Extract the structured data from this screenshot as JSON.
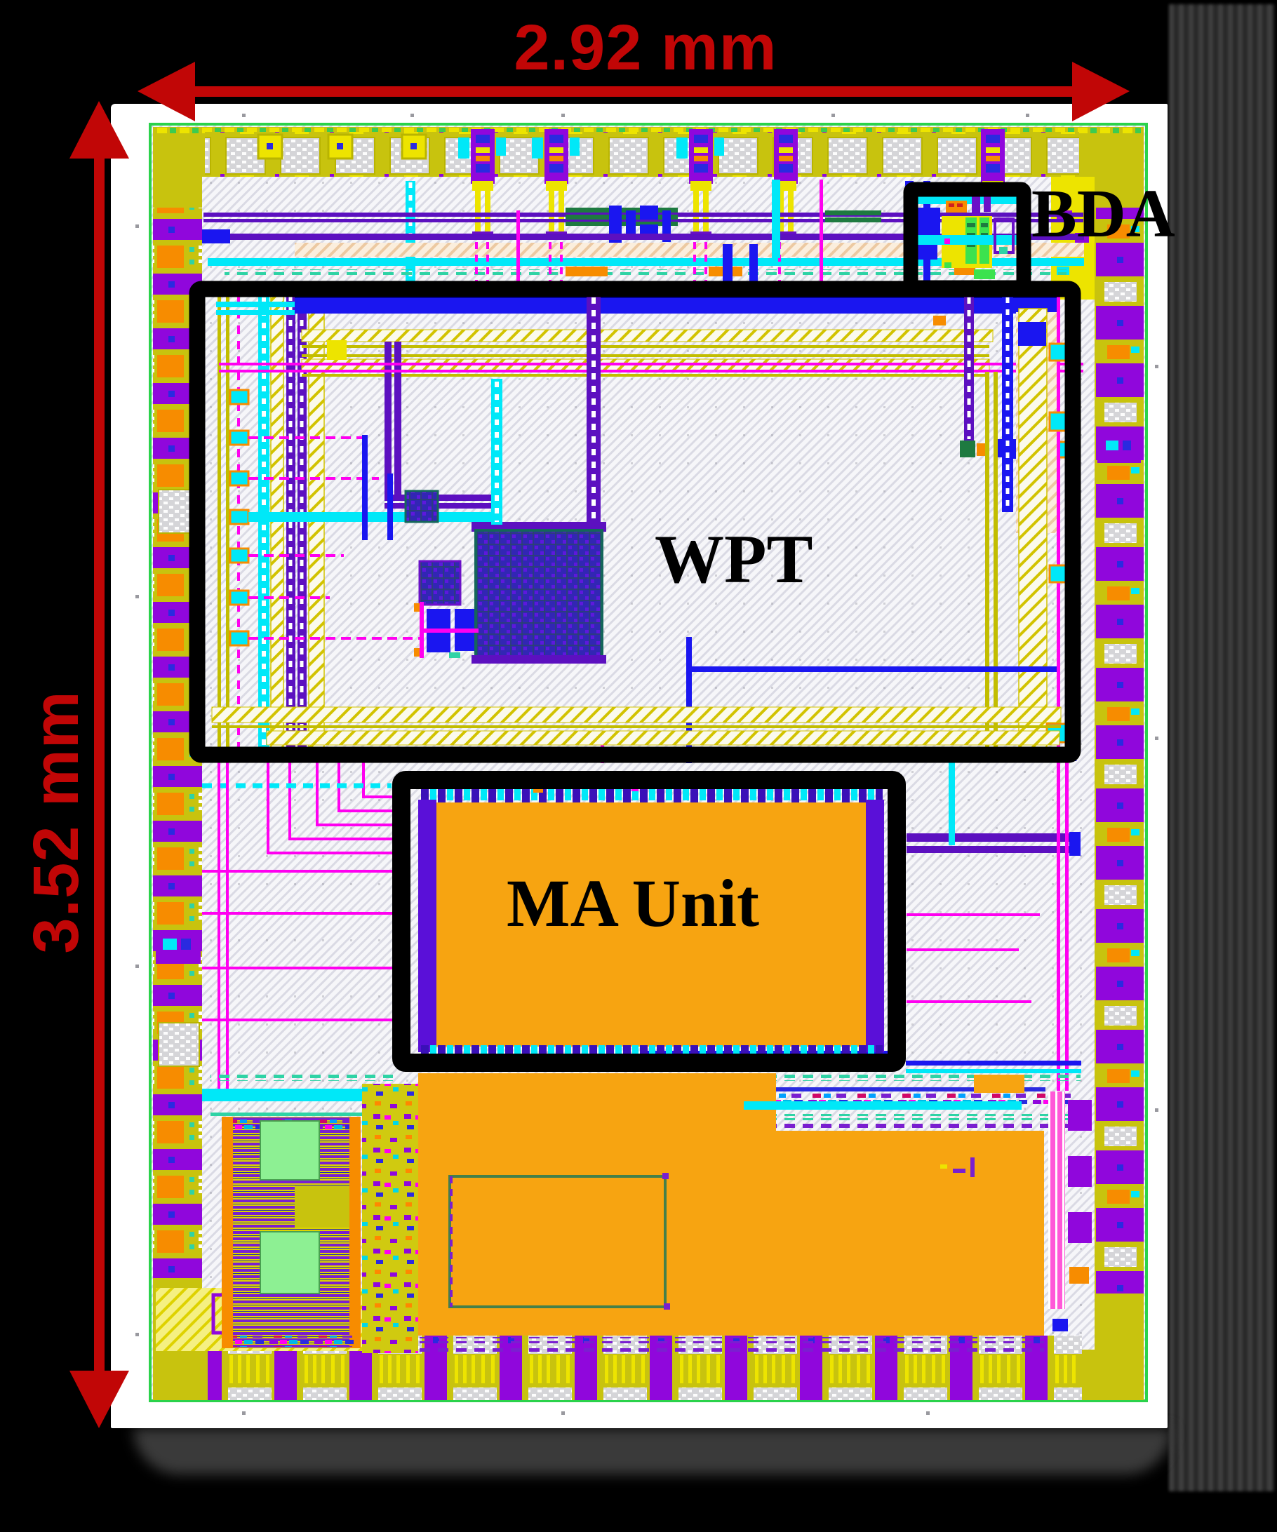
{
  "figure": {
    "width_label": "2.92 mm",
    "height_label": "3.52 mm",
    "regions": {
      "bda": "BDA",
      "wpt": "WPT",
      "ma_unit": "MA Unit"
    }
  },
  "colors": {
    "dimension_annotation_red": "#c10606",
    "region_outline_black": "#000000",
    "pad_ring_olive": "#c8c30e",
    "pad_purple": "#9007dc",
    "macro_orange": "#f7a411",
    "memory_green": "#8df093",
    "chip_outline_green": "#2bd24b",
    "signal_cyan": "#00e8f8",
    "signal_magenta": "#ff00f0",
    "signal_blue": "#1a16f0",
    "block_indigo": "#3a10b8",
    "background_black": "#000000",
    "canvas_white": "#ffffff"
  }
}
